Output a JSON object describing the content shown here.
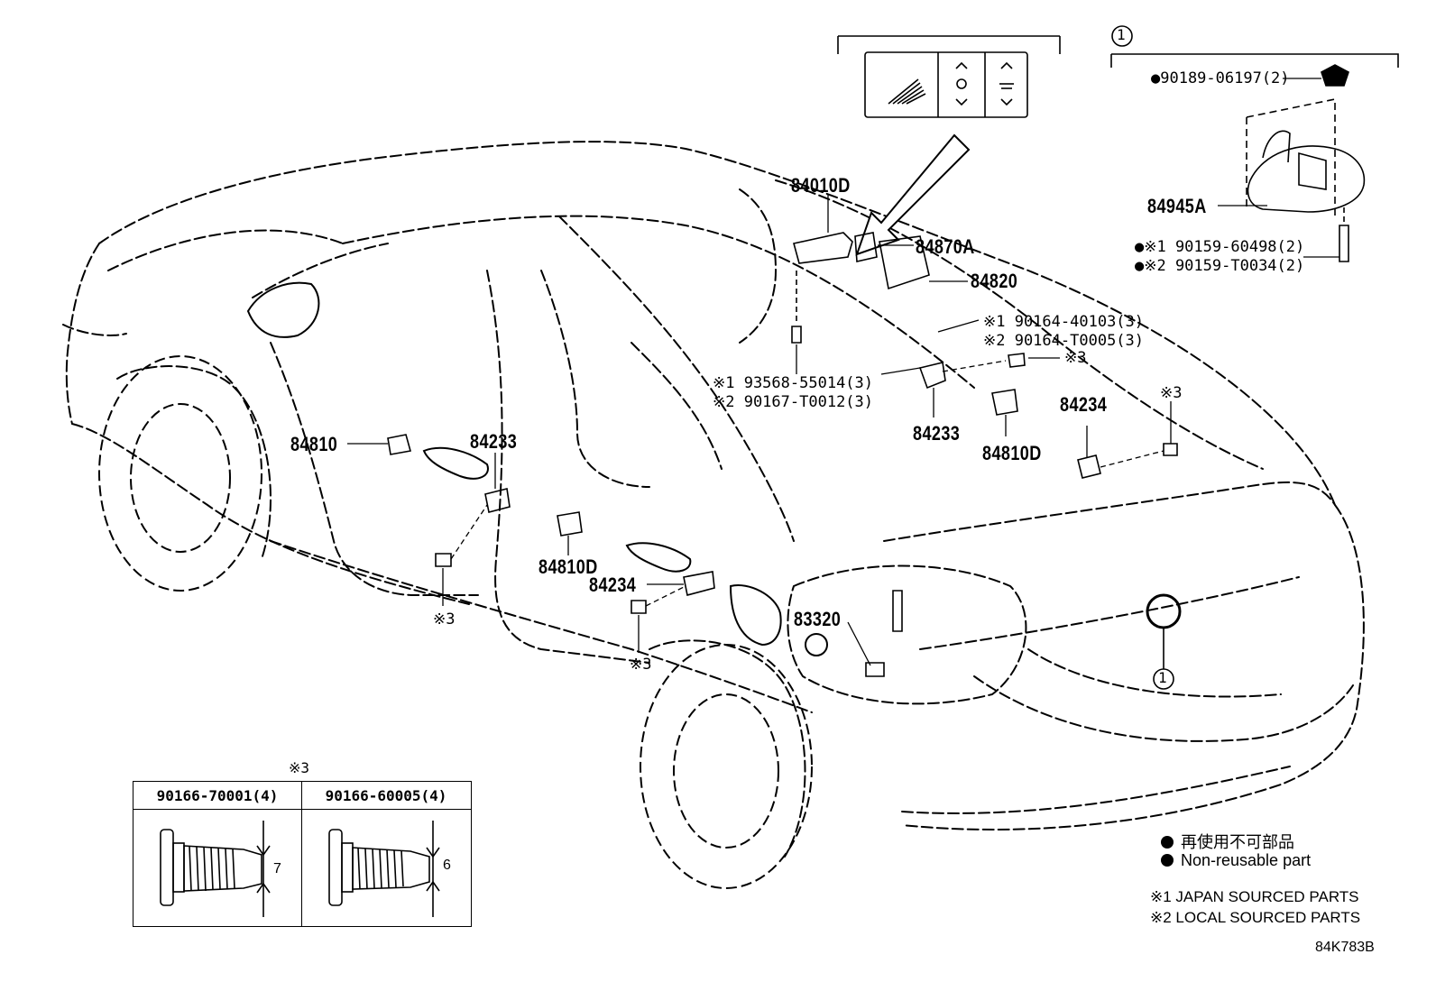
{
  "callouts": {
    "assy_mark": "1",
    "rear_mark": "1",
    "table_mark": "※3"
  },
  "labels": {
    "p84010D": "84010D",
    "p84870A": "84870A",
    "p84820": "84820",
    "p84945A": "84945A",
    "p84810_left": "84810",
    "p84233_door": "84233",
    "p84233_right": "84233",
    "p84234_right": "84234",
    "p84810D_right": "84810D",
    "p84810D_door": "84810D",
    "p84234_door": "84234",
    "p83320": "83320",
    "bolt_clip": "●90189-06197(2)",
    "bolt_a1": "●※1 90159-60498(2)",
    "bolt_a2": "●※2 90159-T0034(2)",
    "screw_b1": "※1 90164-40103(3)",
    "screw_b2": "※2 90164-T0005(3)",
    "screw_c1": "※1 93568-55014(3)",
    "screw_c2": "※2 90167-T0012(3)",
    "ref3_a": "※3",
    "ref3_b": "※3",
    "ref3_c": "※3",
    "ref3_d": "※3"
  },
  "table": {
    "col1_header": "90166-70001(4)",
    "col2_header": "90166-60005(4)",
    "dim1": "7",
    "dim2": "6"
  },
  "legend": {
    "jp_line": "再使用不可部品",
    "en_line": "Non-reusable part",
    "note1": "※1 JAPAN SOURCED PARTS",
    "note2": "※2 LOCAL SOURCED PARTS"
  },
  "figure_code": "84K783B"
}
